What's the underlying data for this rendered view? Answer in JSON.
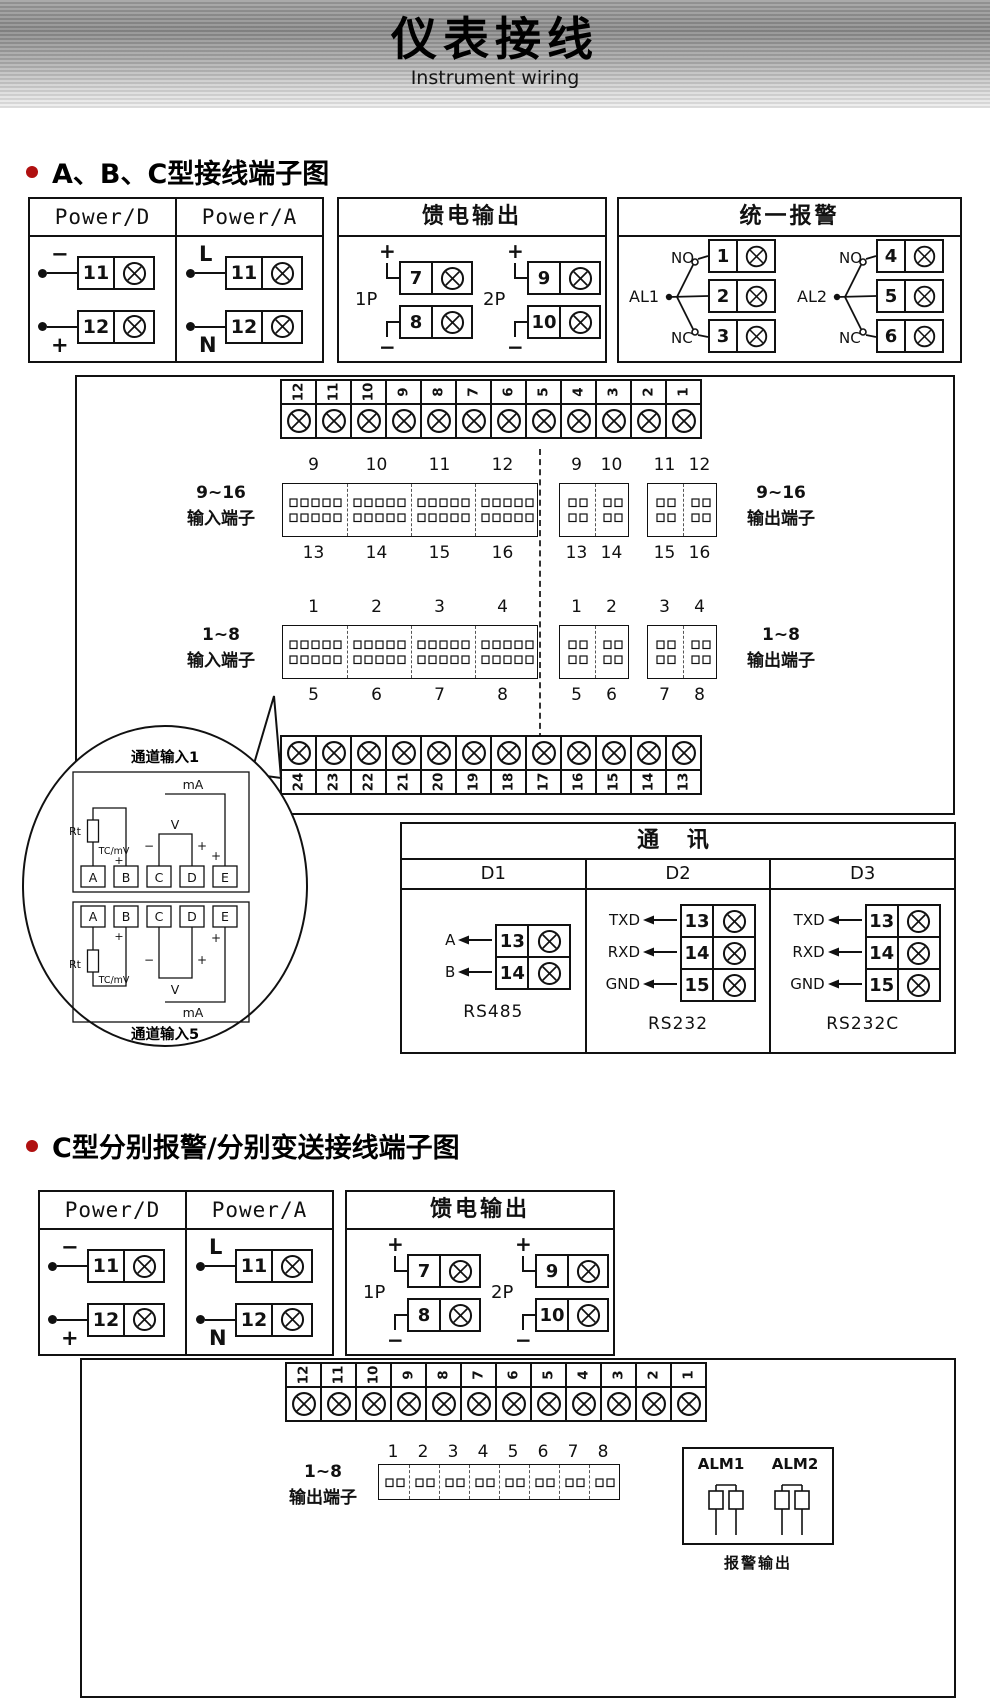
{
  "header": {
    "title": "仪表接线",
    "subtitle": "Instrument wiring"
  },
  "section1": {
    "title": "A、B、C型接线端子图"
  },
  "section2": {
    "title": "C型分别报警/分别变送接线端子图"
  },
  "power_box": {
    "col_d": "Power/D",
    "col_a": "Power/A",
    "d_rows": [
      {
        "sign": "−",
        "num": "11"
      },
      {
        "sign": "+",
        "num": "12"
      }
    ],
    "a_rows": [
      {
        "sign": "L",
        "num": "11"
      },
      {
        "sign": "N",
        "num": "12"
      }
    ]
  },
  "feed_box": {
    "title": "馈电输出",
    "groups": [
      {
        "label": "1P",
        "plus": "+",
        "minus": "−",
        "top_num": "7",
        "bottom_num": "8"
      },
      {
        "label": "2P",
        "plus": "+",
        "minus": "−",
        "top_num": "9",
        "bottom_num": "10"
      }
    ]
  },
  "alarm_box": {
    "title": "统一报警",
    "groups": [
      {
        "label": "AL1",
        "no": "NO",
        "nc": "NC",
        "terminals": [
          "1",
          "2",
          "3"
        ]
      },
      {
        "label": "AL2",
        "no": "NO",
        "nc": "NC",
        "terminals": [
          "4",
          "5",
          "6"
        ]
      }
    ]
  },
  "big1": {
    "top_strip": [
      "12",
      "11",
      "10",
      "9",
      "8",
      "7",
      "6",
      "5",
      "4",
      "3",
      "2",
      "1"
    ],
    "bottom_strip": [
      "24",
      "23",
      "22",
      "21",
      "20",
      "19",
      "18",
      "17",
      "16",
      "15",
      "14",
      "13"
    ],
    "in916": {
      "line1": "9~16",
      "line2": "输入端子",
      "top": [
        "9",
        "10",
        "11",
        "12"
      ],
      "bottom": [
        "13",
        "14",
        "15",
        "16"
      ]
    },
    "out916": {
      "line1": "9~16",
      "line2": "输出端子",
      "top": [
        "9",
        "10",
        "11",
        "12"
      ],
      "bottom": [
        "13",
        "14",
        "15",
        "16"
      ]
    },
    "in18": {
      "line1": "1~8",
      "line2": "输入端子",
      "top": [
        "1",
        "2",
        "3",
        "4"
      ],
      "bottom": [
        "5",
        "6",
        "7",
        "8"
      ]
    },
    "out18": {
      "line1": "1~8",
      "line2": "输出端子",
      "top": [
        "1",
        "2",
        "3",
        "4"
      ],
      "bottom": [
        "5",
        "6",
        "7",
        "8"
      ]
    }
  },
  "callout": {
    "top_label": "通道输入1",
    "bottom_label": "通道输入5",
    "terminals": [
      "A",
      "B",
      "C",
      "D",
      "E"
    ],
    "ma": "mA",
    "v": "V",
    "rt": "Rt",
    "tc": "TC/mV",
    "plus": "+",
    "minus": "−"
  },
  "comm": {
    "title": "通  讯",
    "cols": [
      "D1",
      "D2",
      "D3"
    ],
    "d1": {
      "rows": [
        {
          "label": "A",
          "num": "13"
        },
        {
          "label": "B",
          "num": "14"
        }
      ],
      "proto": "RS485"
    },
    "d2": {
      "rows": [
        {
          "label": "TXD",
          "num": "13"
        },
        {
          "label": "RXD",
          "num": "14"
        },
        {
          "label": "GND",
          "num": "15"
        }
      ],
      "proto": "RS232"
    },
    "d3": {
      "rows": [
        {
          "label": "TXD",
          "num": "13"
        },
        {
          "label": "RXD",
          "num": "14"
        },
        {
          "label": "GND",
          "num": "15"
        }
      ],
      "proto": "RS232C"
    }
  },
  "big2": {
    "top_strip": [
      "12",
      "11",
      "10",
      "9",
      "8",
      "7",
      "6",
      "5",
      "4",
      "3",
      "2",
      "1"
    ],
    "out18": {
      "line1": "1~8",
      "line2": "输出端子",
      "nums": [
        "1",
        "2",
        "3",
        "4",
        "5",
        "6",
        "7",
        "8"
      ]
    },
    "alm": {
      "label1": "ALM1",
      "label2": "ALM2",
      "caption": "报警输出"
    }
  }
}
